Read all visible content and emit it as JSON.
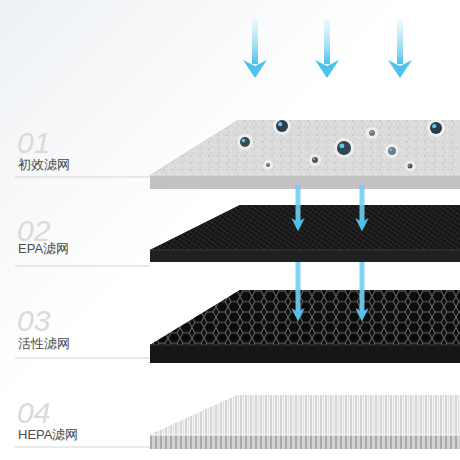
{
  "diagram": {
    "nodes": [
      {
        "text": [
          "初效滤网"
        ]
      },
      {
        "text": [
          "EPA滤网"
        ]
      },
      {
        "text": [
          "活性滤网"
        ]
      },
      {
        "text": [
          "HEPA滤网"
        ]
      }
    ],
    "edges": [
      {
        "from": 0,
        "to": 1,
        "arrow": "to"
      },
      {
        "from": 0,
        "to": 1,
        "arrow": "to"
      },
      {
        "from": 1,
        "to": 2,
        "arrow": "to"
      },
      {
        "from": 1,
        "to": 2,
        "arrow": "to"
      }
    ],
    "labels": [
      "01",
      "02",
      "03",
      "04"
    ]
  }
}
